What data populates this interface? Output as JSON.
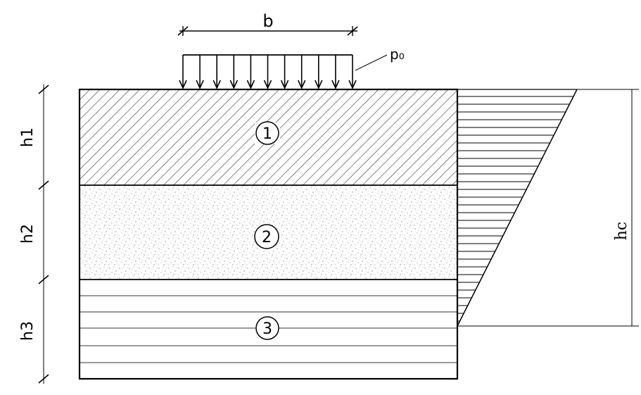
{
  "load": {
    "width_label": "b",
    "pressure_label": "p₀"
  },
  "layers": [
    {
      "number": "1",
      "thickness_label": "h1",
      "pattern": "diagonal-hatch"
    },
    {
      "number": "2",
      "thickness_label": "h2",
      "pattern": "stipple"
    },
    {
      "number": "3",
      "thickness_label": "h3",
      "pattern": "horizontal-lines"
    }
  ],
  "stress_zone": {
    "depth_label": "hc"
  },
  "colors": {
    "line": "#000000",
    "background": "#ffffff",
    "stipple": "#9a9a9a"
  }
}
